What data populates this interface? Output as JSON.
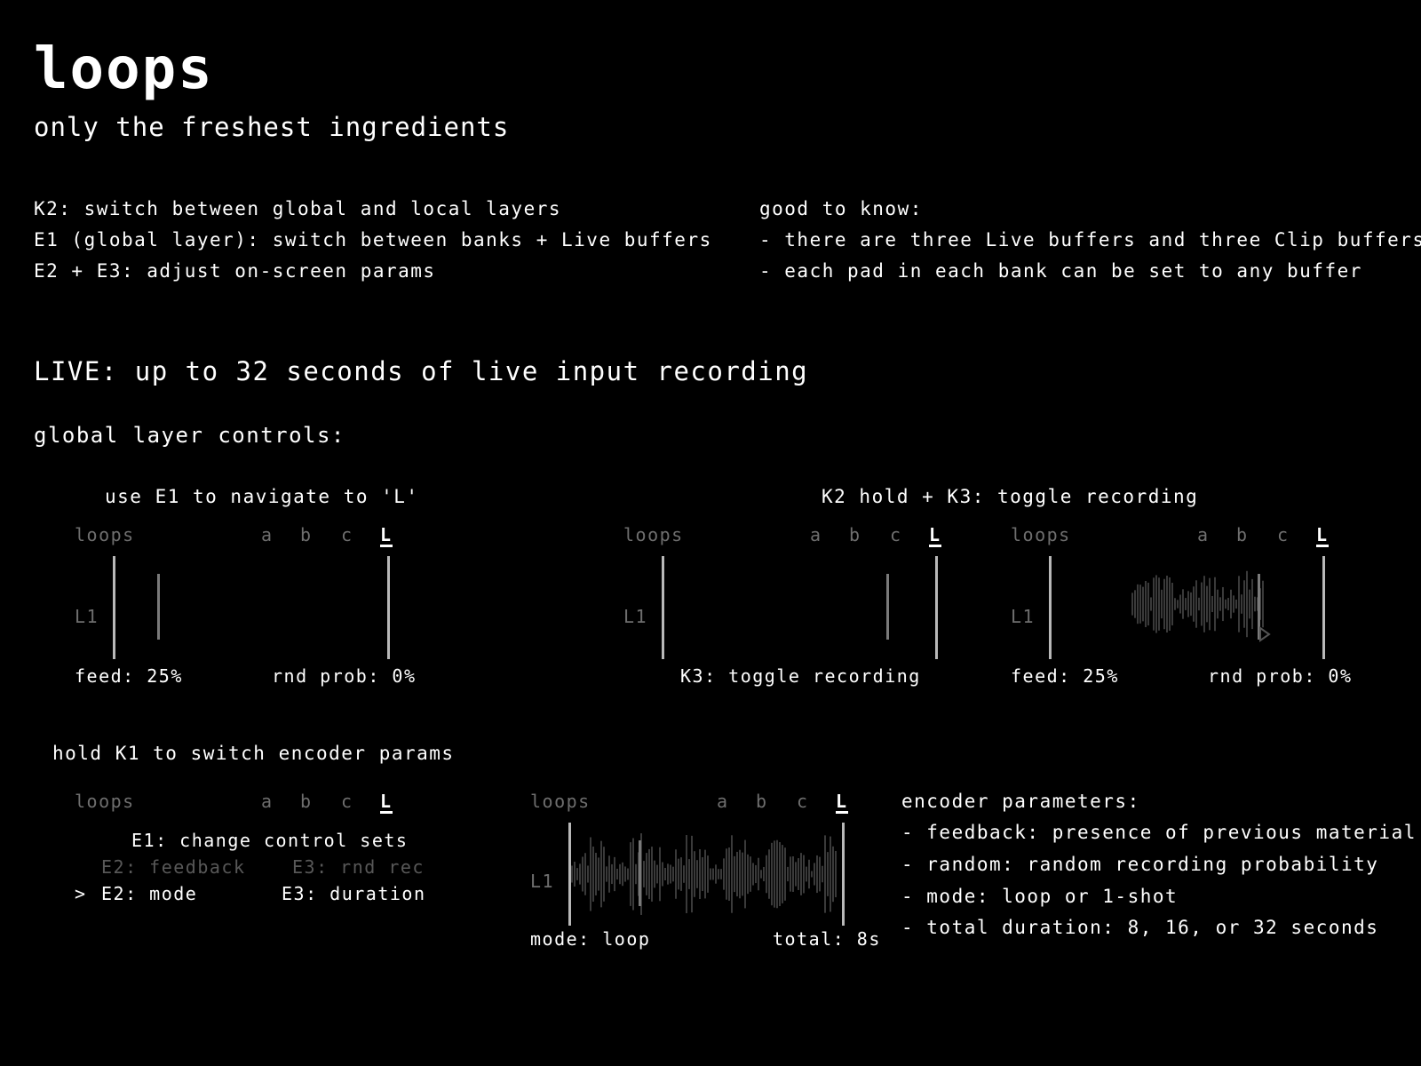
{
  "header": {
    "title": "loops",
    "subtitle": "only the freshest ingredients"
  },
  "controls": [
    "K2: switch between global and local layers",
    "E1 (global layer): switch between banks + Live buffers",
    "E2 + E3: adjust on-screen params"
  ],
  "good_to_know": {
    "heading": "good to know:",
    "items": [
      "- there are three Live buffers and three Clip buffers",
      "- each pad in each bank can be set to any buffer"
    ]
  },
  "live_heading": "LIVE: up to 32 seconds of live input recording",
  "global_heading": "global layer controls:",
  "caption_nav": "use E1 to navigate to 'L'",
  "caption_rec": "K2 hold + K3: toggle recording",
  "caption_hold": "hold K1 to switch encoder params",
  "screen": {
    "app": "loops",
    "banks": [
      "a",
      "b",
      "c",
      "L"
    ],
    "row_label": "L1"
  },
  "screen1": {
    "left": "feed: 25%",
    "right": "rnd prob: 0%"
  },
  "screen2": {
    "bottom": "K3: toggle recording"
  },
  "screen3": {
    "left": "feed: 25%",
    "right": "rnd prob: 0%"
  },
  "screen4": {
    "line1": "E1: change control sets",
    "line2_left": "E2: feedback",
    "line2_right": "E3: rnd rec",
    "cursor": ">",
    "line3_left": "E2: mode",
    "line3_right": "E3: duration"
  },
  "screen5": {
    "left": "mode: loop",
    "right": "total: 8s"
  },
  "encoder_params": {
    "heading": "encoder parameters:",
    "items": [
      "- feedback: presence of previous material",
      "- random: random recording probability",
      "- mode: loop or 1-shot",
      "- total duration: 8, 16, or 32 seconds"
    ]
  }
}
